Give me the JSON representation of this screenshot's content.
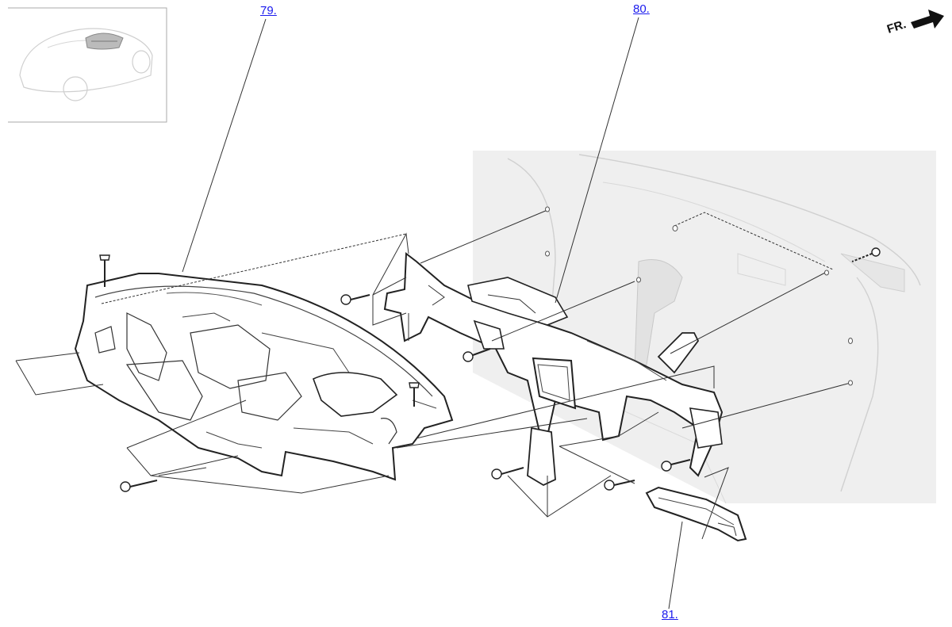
{
  "callouts": {
    "dashboard_panel": {
      "label": "79."
    },
    "steering_hanger_beam": {
      "label": "80."
    },
    "lower_bracket": {
      "label": "81."
    }
  },
  "orientation": {
    "label": "FR."
  },
  "colors": {
    "link": "#1a1aee",
    "line": "#333333",
    "ghost_background": "#eeeeee",
    "ghost_line": "#cccccc",
    "part_fill": "#ffffff",
    "part_line": "#222222"
  },
  "icons": {
    "orientation_arrow": "arrow-right-icon",
    "fastener": "bolt-icon"
  }
}
